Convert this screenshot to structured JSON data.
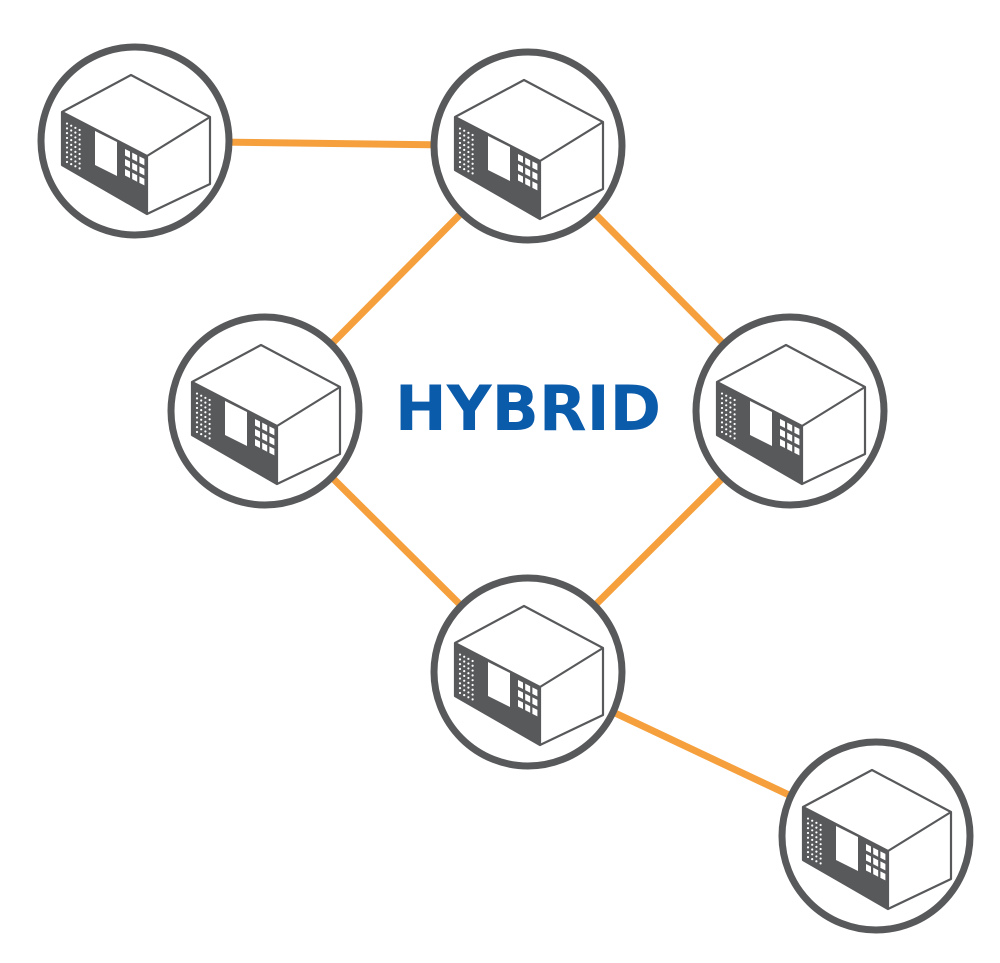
{
  "title": "HYBRID",
  "colors": {
    "link": "#f5a03d",
    "node_ring": "#58595b",
    "device_fill": "#58595b",
    "title": "#0b5bab",
    "background": "#ffffff"
  },
  "nodes": [
    {
      "id": "node-top-left",
      "icon": "network-device-icon"
    },
    {
      "id": "node-top",
      "icon": "network-device-icon"
    },
    {
      "id": "node-left",
      "icon": "network-device-icon"
    },
    {
      "id": "node-right",
      "icon": "network-device-icon"
    },
    {
      "id": "node-bottom",
      "icon": "network-device-icon"
    },
    {
      "id": "node-bottom-right",
      "icon": "network-device-icon"
    }
  ],
  "links": [
    {
      "from": "node-top-left",
      "to": "node-top"
    },
    {
      "from": "node-top",
      "to": "node-left"
    },
    {
      "from": "node-top",
      "to": "node-right"
    },
    {
      "from": "node-left",
      "to": "node-bottom"
    },
    {
      "from": "node-right",
      "to": "node-bottom"
    },
    {
      "from": "node-bottom",
      "to": "node-bottom-right"
    }
  ]
}
